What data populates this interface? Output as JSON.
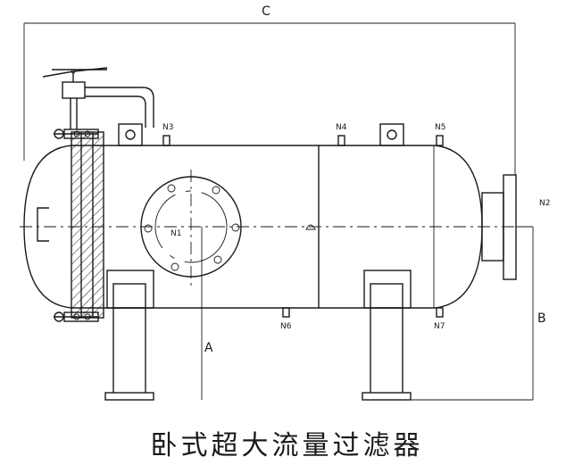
{
  "title": "卧式超大流量过滤器",
  "nozzles": {
    "n1": "N1",
    "n2": "N2",
    "n3": "N3",
    "n4": "N4",
    "n5": "N5",
    "n6": "N6",
    "n7": "N7"
  },
  "dimensions": {
    "a": "A",
    "b": "B",
    "c": "C"
  }
}
